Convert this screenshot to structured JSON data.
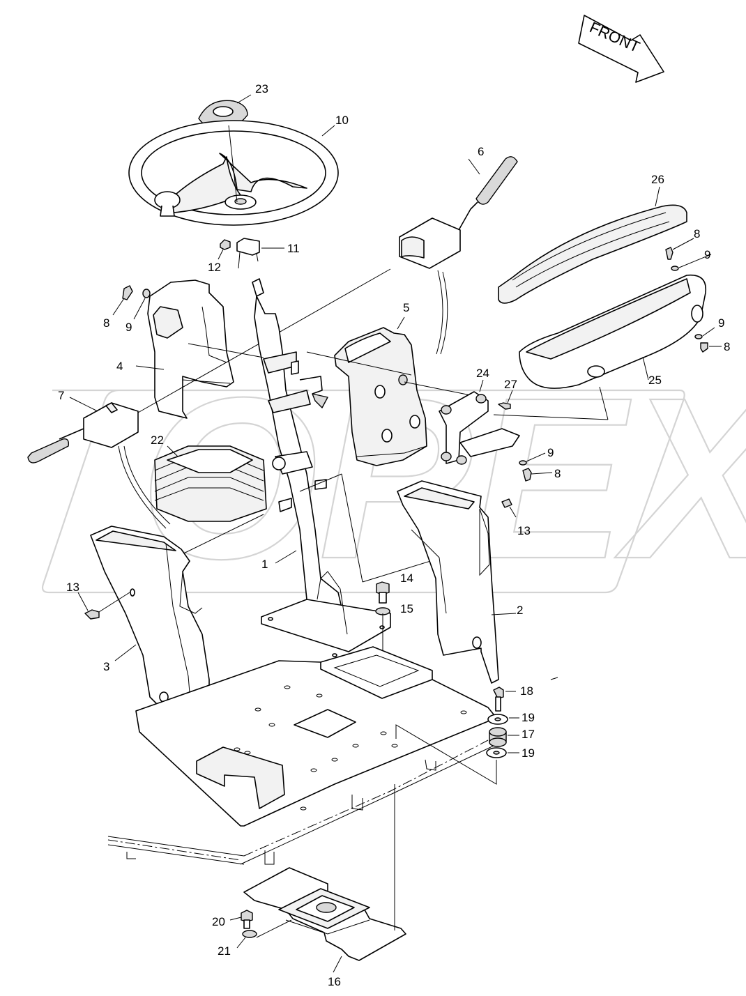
{
  "diagram": {
    "direction_label": "FRONT",
    "watermark": "OPEX",
    "callouts": {
      "c1": "1",
      "c2": "2",
      "c3": "3",
      "c4": "4",
      "c5": "5",
      "c6": "6",
      "c7": "7",
      "c8a": "8",
      "c8b": "8",
      "c8c": "8",
      "c8d": "8",
      "c9a": "9",
      "c9b": "9",
      "c9c": "9",
      "c9d": "9",
      "c10": "10",
      "c11": "11",
      "c12": "12",
      "c13a": "13",
      "c13b": "13",
      "c14": "14",
      "c15": "15",
      "c16": "16",
      "c17": "17",
      "c18": "18",
      "c19a": "19",
      "c19b": "19",
      "c20": "20",
      "c21": "21",
      "c22": "22",
      "c23": "23",
      "c24": "24",
      "c25": "25",
      "c26": "26",
      "c27": "27"
    }
  }
}
